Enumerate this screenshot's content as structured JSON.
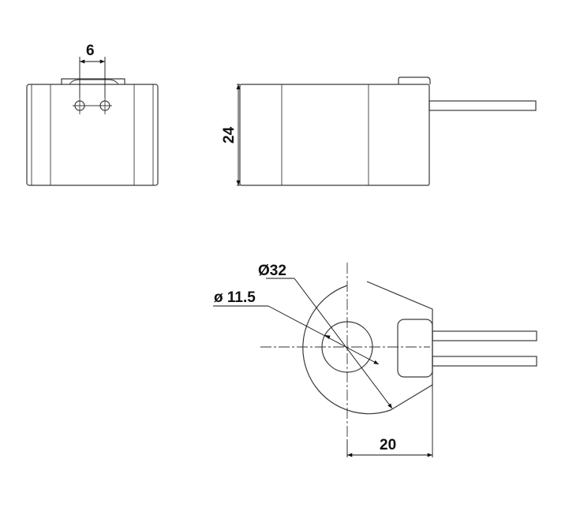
{
  "dimensions": {
    "pin_spacing": "6",
    "height": "24",
    "outer_diameter": "Ø32",
    "bore_diameter": "ø 11.5",
    "center_to_face": "20"
  }
}
